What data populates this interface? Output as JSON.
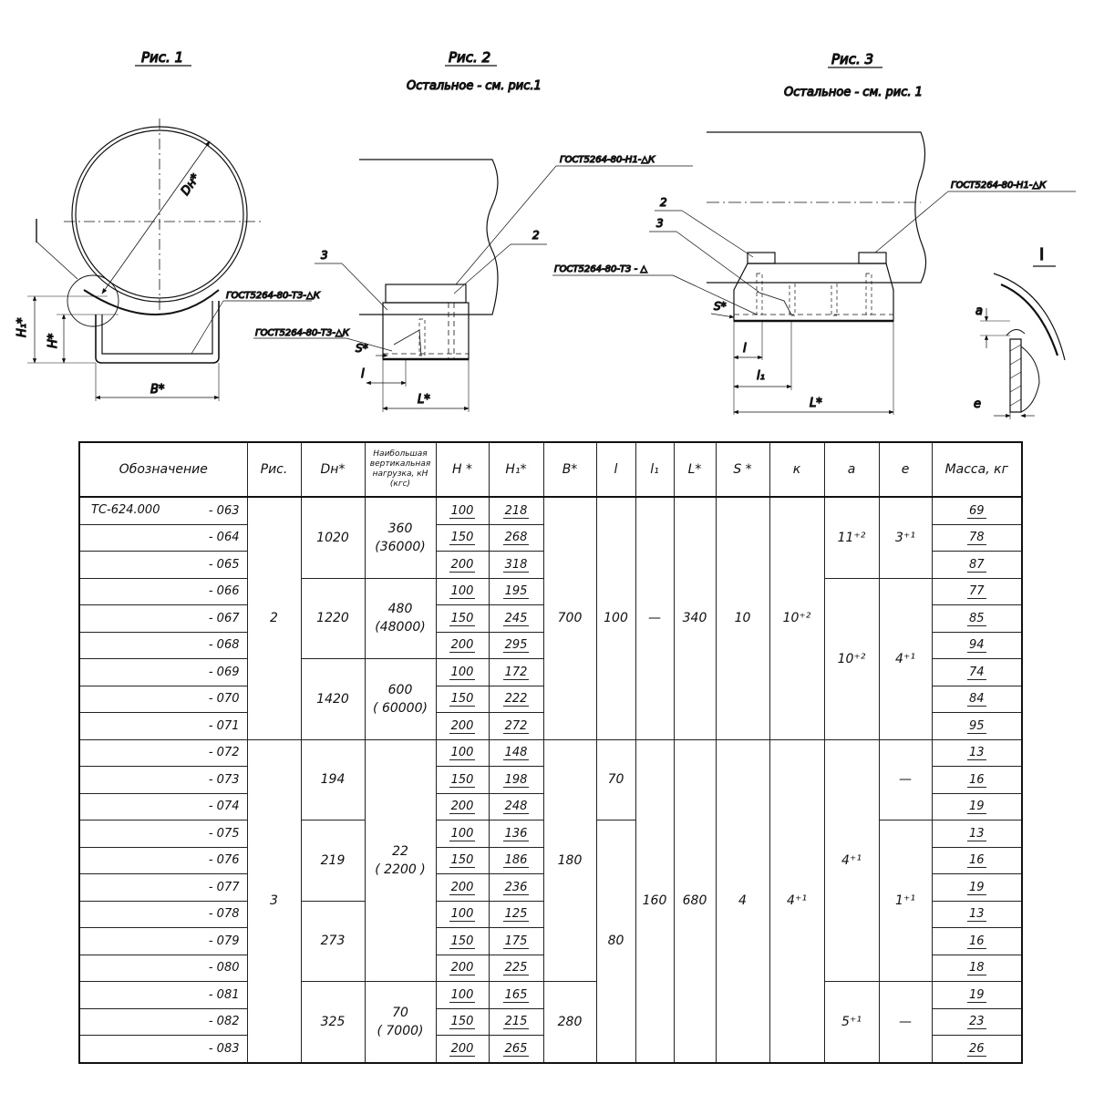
{
  "figures": {
    "fig1": {
      "title": "Рис. 1"
    },
    "fig2": {
      "title": "Рис. 2",
      "subtitle": "Остальное - см. рис.1"
    },
    "fig3": {
      "title": "Рис. 3",
      "subtitle": "Остальное - см. рис. 1"
    }
  },
  "labels": {
    "dn": "Dн*",
    "h1": "H₁*",
    "h": "H*",
    "b": "B*",
    "l": "l",
    "l1": "l₁",
    "L": "L*",
    "S": "S*",
    "n2": "2",
    "n3": "3",
    "view_mark": "I",
    "a": "a",
    "e": "e"
  },
  "weld_notes": {
    "t3_k": "ГОСТ5264-80-Т3-△К",
    "t3_k_b": "ГОСТ5264-80-Т3-△К",
    "h1_k": "ГОСТ5264-80-Н1-△К",
    "t3": "ГОСТ5264-80-Т3 - △",
    "h1_k3": "ГОСТ5264-80-Н1-△К"
  },
  "table": {
    "headers": {
      "designation": "Обозначение",
      "fig": "Рис.",
      "dn": "Dн*",
      "load": "Наибольшая вертикальная нагрузка, кН (кгс)",
      "h": "H *",
      "h1": "H₁*",
      "b": "B*",
      "l": "l",
      "l1": "l₁",
      "L": "L*",
      "s": "S *",
      "k": "к",
      "a": "a",
      "e": "e",
      "mass": "Масса, кг"
    },
    "prefix": "ТС-624.000",
    "rows": [
      {
        "code": "- 063",
        "h": "100",
        "h1": "218",
        "mass": "69"
      },
      {
        "code": "- 064",
        "h": "150",
        "h1": "268",
        "mass": "78"
      },
      {
        "code": "- 065",
        "h": "200",
        "h1": "318",
        "mass": "87"
      },
      {
        "code": "- 066",
        "h": "100",
        "h1": "195",
        "mass": "77"
      },
      {
        "code": "- 067",
        "h": "150",
        "h1": "245",
        "mass": "85"
      },
      {
        "code": "- 068",
        "h": "200",
        "h1": "295",
        "mass": "94"
      },
      {
        "code": "- 069",
        "h": "100",
        "h1": "172",
        "mass": "74"
      },
      {
        "code": "- 070",
        "h": "150",
        "h1": "222",
        "mass": "84"
      },
      {
        "code": "- 071",
        "h": "200",
        "h1": "272",
        "mass": "95"
      },
      {
        "code": "- 072",
        "h": "100",
        "h1": "148",
        "mass": "13"
      },
      {
        "code": "- 073",
        "h": "150",
        "h1": "198",
        "mass": "16"
      },
      {
        "code": "- 074",
        "h": "200",
        "h1": "248",
        "mass": "19"
      },
      {
        "code": "- 075",
        "h": "100",
        "h1": "136",
        "mass": "13"
      },
      {
        "code": "- 076",
        "h": "150",
        "h1": "186",
        "mass": "16"
      },
      {
        "code": "- 077",
        "h": "200",
        "h1": "236",
        "mass": "19"
      },
      {
        "code": "- 078",
        "h": "100",
        "h1": "125",
        "mass": "13"
      },
      {
        "code": "- 079",
        "h": "150",
        "h1": "175",
        "mass": "16"
      },
      {
        "code": "- 080",
        "h": "200",
        "h1": "225",
        "mass": "18"
      },
      {
        "code": "- 081",
        "h": "100",
        "h1": "165",
        "mass": "19"
      },
      {
        "code": "- 082",
        "h": "150",
        "h1": "215",
        "mass": "23"
      },
      {
        "code": "- 083",
        "h": "200",
        "h1": "265",
        "mass": "26"
      }
    ],
    "fig": [
      "2",
      "3"
    ],
    "dn": [
      "1020",
      "1220",
      "1420",
      "194",
      "219",
      "273",
      "325"
    ],
    "load": [
      {
        "kn": "360",
        "kgs": "(36000)"
      },
      {
        "kn": "480",
        "kgs": "(48000)"
      },
      {
        "kn": "600",
        "kgs": "( 60000)"
      },
      {
        "kn": "22",
        "kgs": "( 2200 )"
      },
      {
        "kn": "70",
        "kgs": "( 7000)"
      }
    ],
    "b": [
      "700",
      "180",
      "280"
    ],
    "l": [
      "100",
      "70",
      "80"
    ],
    "l1": [
      "—",
      "160"
    ],
    "L": [
      "340",
      "680"
    ],
    "s": [
      "10",
      "4"
    ],
    "k": [
      "10⁺²",
      "4⁺¹"
    ],
    "a": [
      "11⁺²",
      "10⁺²",
      "4⁺¹",
      "5⁺¹"
    ],
    "e": [
      "3⁺¹",
      "4⁺¹",
      "—",
      "1⁺¹",
      "—"
    ]
  }
}
